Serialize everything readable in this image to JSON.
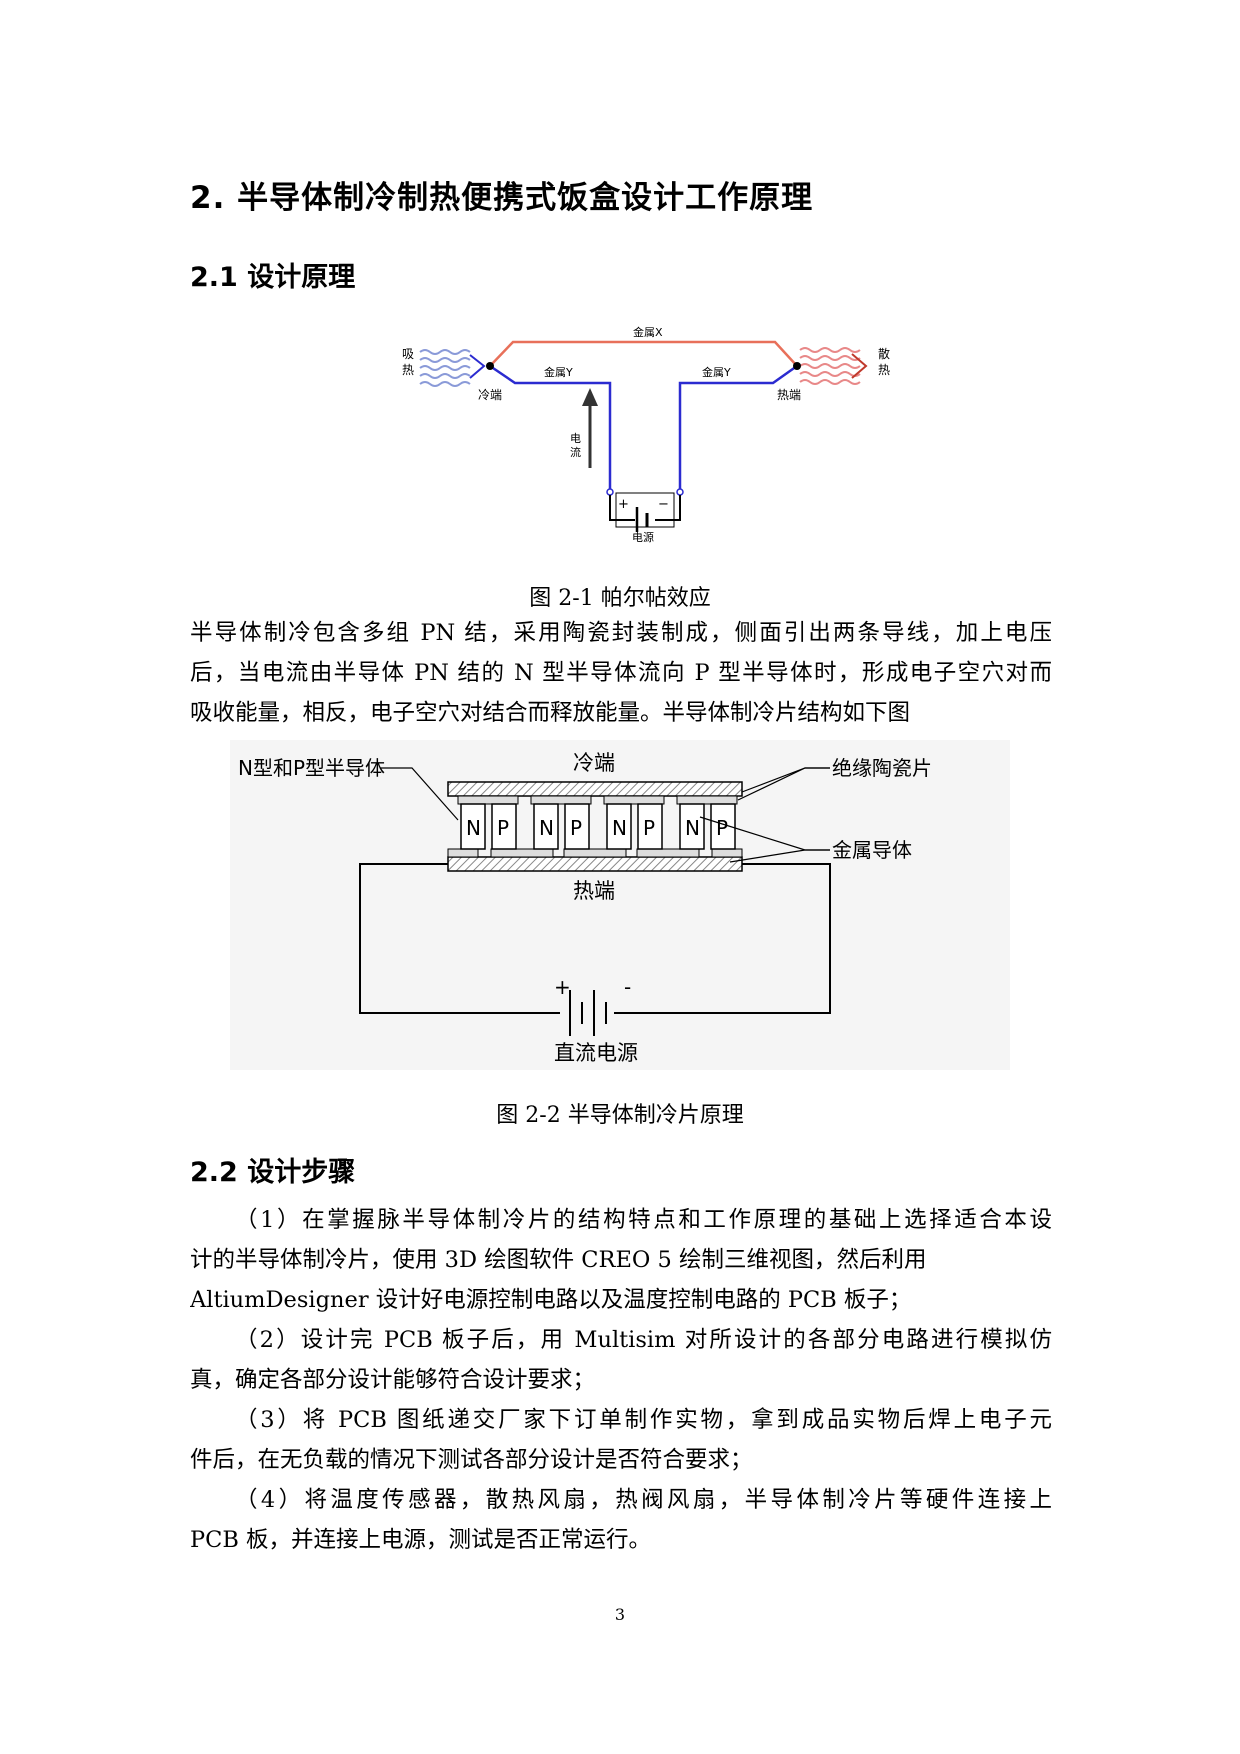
{
  "heading1": "2.  半导体制冷制热便携式饭盒设计工作原理",
  "section_2_1": "2.1 设计原理",
  "fig1": {
    "metal_x": "金属X",
    "metal_y_left": "金属Y",
    "metal_y_right": "金属Y",
    "absorb_1": "吸",
    "absorb_2": "热",
    "release_1": "散",
    "release_2": "热",
    "cold_end": "冷端",
    "hot_end": "热端",
    "current_1": "电",
    "current_2": "流",
    "plus": "+",
    "minus": "−",
    "power": "电源",
    "caption": "图 2-1 帕尔帖效应"
  },
  "intro_lines": [
    "半导体制冷包含多组 PN 结，采用陶瓷封装制成，侧面引出两条导线，加上电压",
    "后，当电流由半导体 PN 结的 N 型半导体流向 P 型半导体时，形成电子空穴对而",
    "吸收能量，相反，电子空穴对结合而释放能量。半导体制冷片结构如下图"
  ],
  "fig2": {
    "np_label": "N型和P型半导体",
    "cold_end": "冷端",
    "hot_end": "热端",
    "ceramic": "绝缘陶瓷片",
    "conductor": "金属导体",
    "legs": [
      "N",
      "P",
      "N",
      "P",
      "N",
      "P",
      "N",
      "P"
    ],
    "plus": "+",
    "minus": "-",
    "dc_power": "直流电源",
    "caption": "图 2-2  半导体制冷片原理"
  },
  "section_2_2": "2.2 设计步骤",
  "steps": [
    {
      "lines": [
        "（1）在掌握脉半导体制冷片的结构特点和工作原理的基础上选择适合本设",
        "计的半导体制冷片，使用 3D 绘图软件 CREO 5 绘制三维视图，然后利用",
        "AltiumDesigner 设计好电源控制电路以及温度控制电路的 PCB 板子；"
      ]
    },
    {
      "lines": [
        "（2）设计完 PCB 板子后，用 Multisim 对所设计的各部分电路进行模拟仿",
        "真，确定各部分设计能够符合设计要求；"
      ]
    },
    {
      "lines": [
        "（3）将 PCB 图纸递交厂家下订单制作实物，拿到成品实物后焊上电子元",
        "件后，在无负载的情况下测试各部分设计是否符合要求；"
      ]
    },
    {
      "lines": [
        "（4）将温度传感器，散热风扇，热阀风扇，半导体制冷片等硬件连接上",
        "PCB 板，并连接上电源，测试是否正常运行。"
      ]
    }
  ],
  "page_number": "3",
  "colors": {
    "warm_wire": "#e8705a",
    "cool_wire": "#2b2bd0",
    "absorb_wave": "#8a9ad8",
    "release_wave": "#e88888",
    "fig2_bg": "#f5f5f5"
  }
}
